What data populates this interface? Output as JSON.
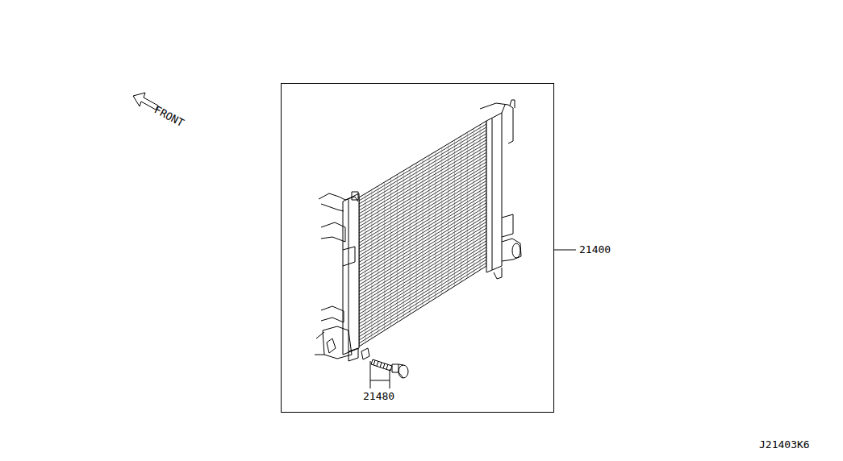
{
  "diagram": {
    "labels": [
      "FRONT",
      "21400",
      "21480",
      "J21403K6"
    ]
  }
}
